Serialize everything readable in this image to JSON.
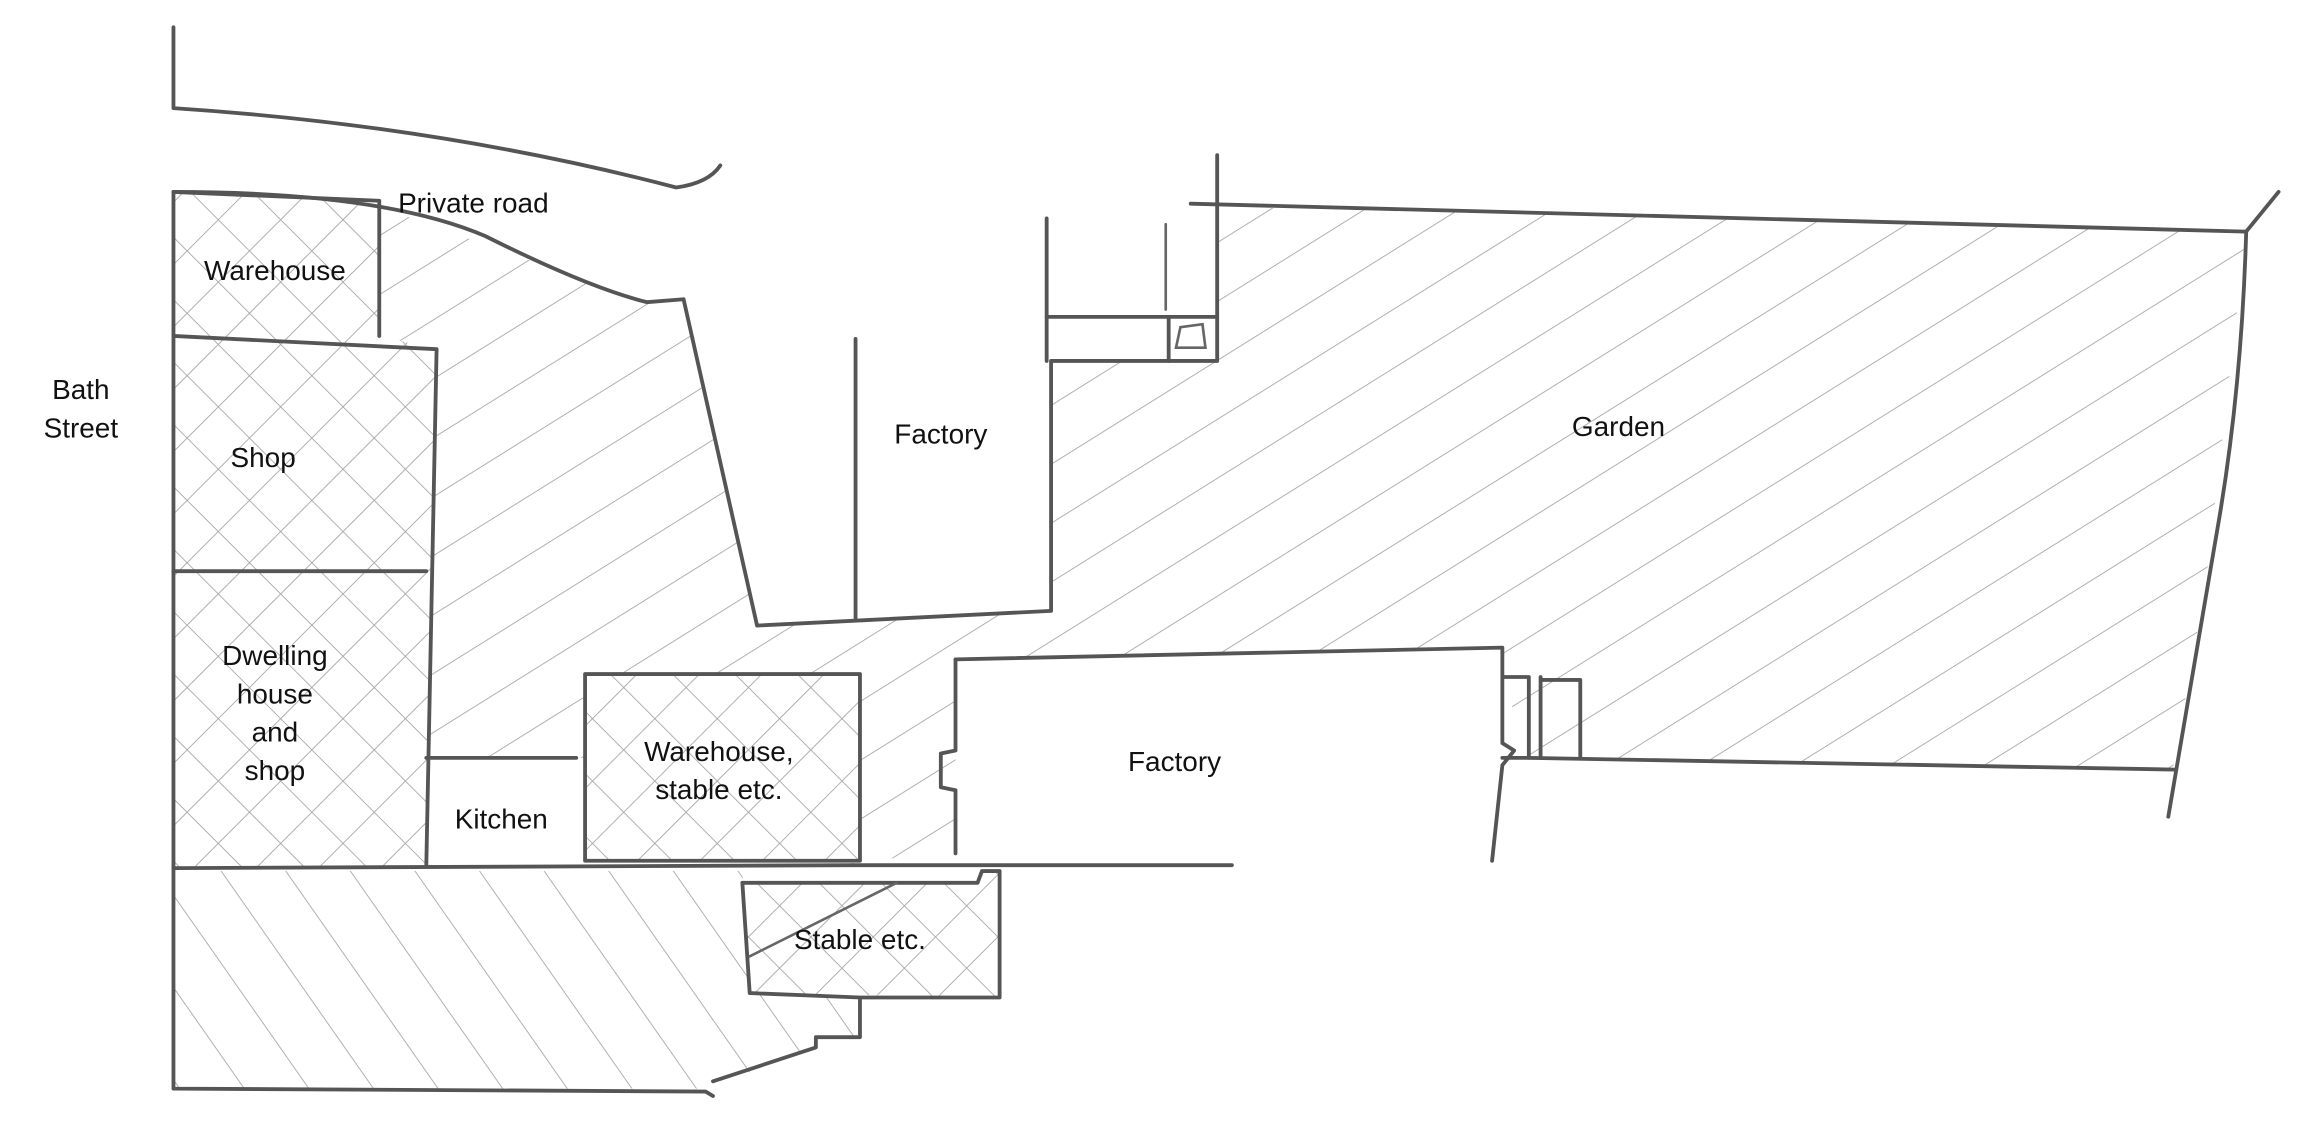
{
  "labels": {
    "private_road": "Private road",
    "warehouse": "Warehouse",
    "bath_street_1": "Bath",
    "bath_street_2": "Street",
    "shop": "Shop",
    "dwelling_1": "Dwelling",
    "dwelling_2": "house",
    "dwelling_3": "and",
    "dwelling_4": "shop",
    "kitchen": "Kitchen",
    "warehouse_stable_1": "Warehouse,",
    "warehouse_stable_2": "stable etc.",
    "stable": "Stable etc.",
    "factory_top": "Factory",
    "factory_bottom": "Factory",
    "garden": "Garden"
  },
  "colors": {
    "ink": "#555555",
    "hatch": "#9a9a9a"
  }
}
